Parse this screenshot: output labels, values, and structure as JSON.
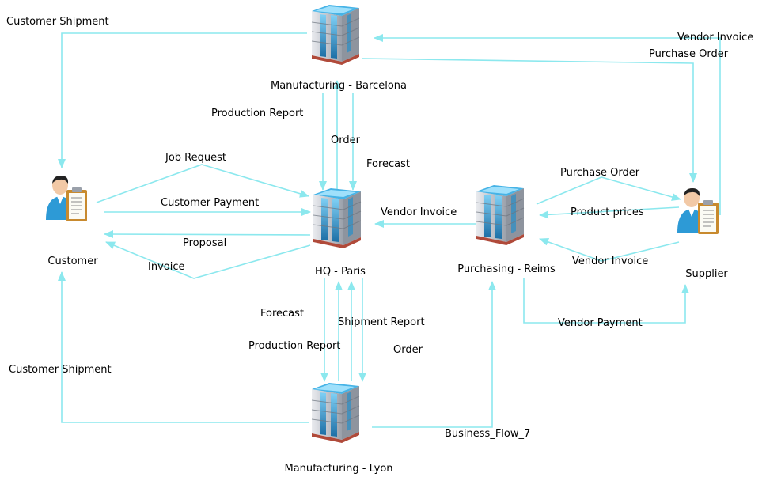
{
  "colors": {
    "flow": "#8ce8ee",
    "building_glass": "#2a8fc4",
    "building_wall": "#c9ccd3",
    "person_shirt": "#2d9ad6"
  },
  "nodes": {
    "barcelona": {
      "label": "Manufacturing - Barcelona",
      "icon": "building-icon"
    },
    "paris": {
      "label": "HQ - Paris",
      "icon": "building-icon"
    },
    "reims": {
      "label": "Purchasing - Reims",
      "icon": "building-icon"
    },
    "lyon": {
      "label": "Manufacturing - Lyon",
      "icon": "building-icon"
    },
    "customer": {
      "label": "Customer",
      "icon": "person-clipboard-icon"
    },
    "supplier": {
      "label": "Supplier",
      "icon": "person-clipboard-icon"
    }
  },
  "flows": {
    "customer_shipment_top": "Customer Shipment",
    "vendor_invoice_top": "Vendor Invoice",
    "purchase_order_top": "Purchase Order",
    "production_report_top": "Production Report",
    "order_top": "Order",
    "forecast_top": "Forecast",
    "job_request": "Job Request",
    "customer_payment": "Customer Payment",
    "proposal": "Proposal",
    "invoice": "Invoice",
    "vendor_invoice_mid": "Vendor Invoice",
    "purchase_order_mid": "Purchase Order",
    "product_prices": "Product prices",
    "vendor_invoice_right": "Vendor Invoice",
    "vendor_payment": "Vendor Payment",
    "forecast_bottom": "Forecast",
    "shipment_report": "Shipment Report",
    "production_report_bottom": "Production Report",
    "order_bottom": "Order",
    "customer_shipment_bottom": "Customer Shipment",
    "business_flow_7": "Business_Flow_7"
  }
}
